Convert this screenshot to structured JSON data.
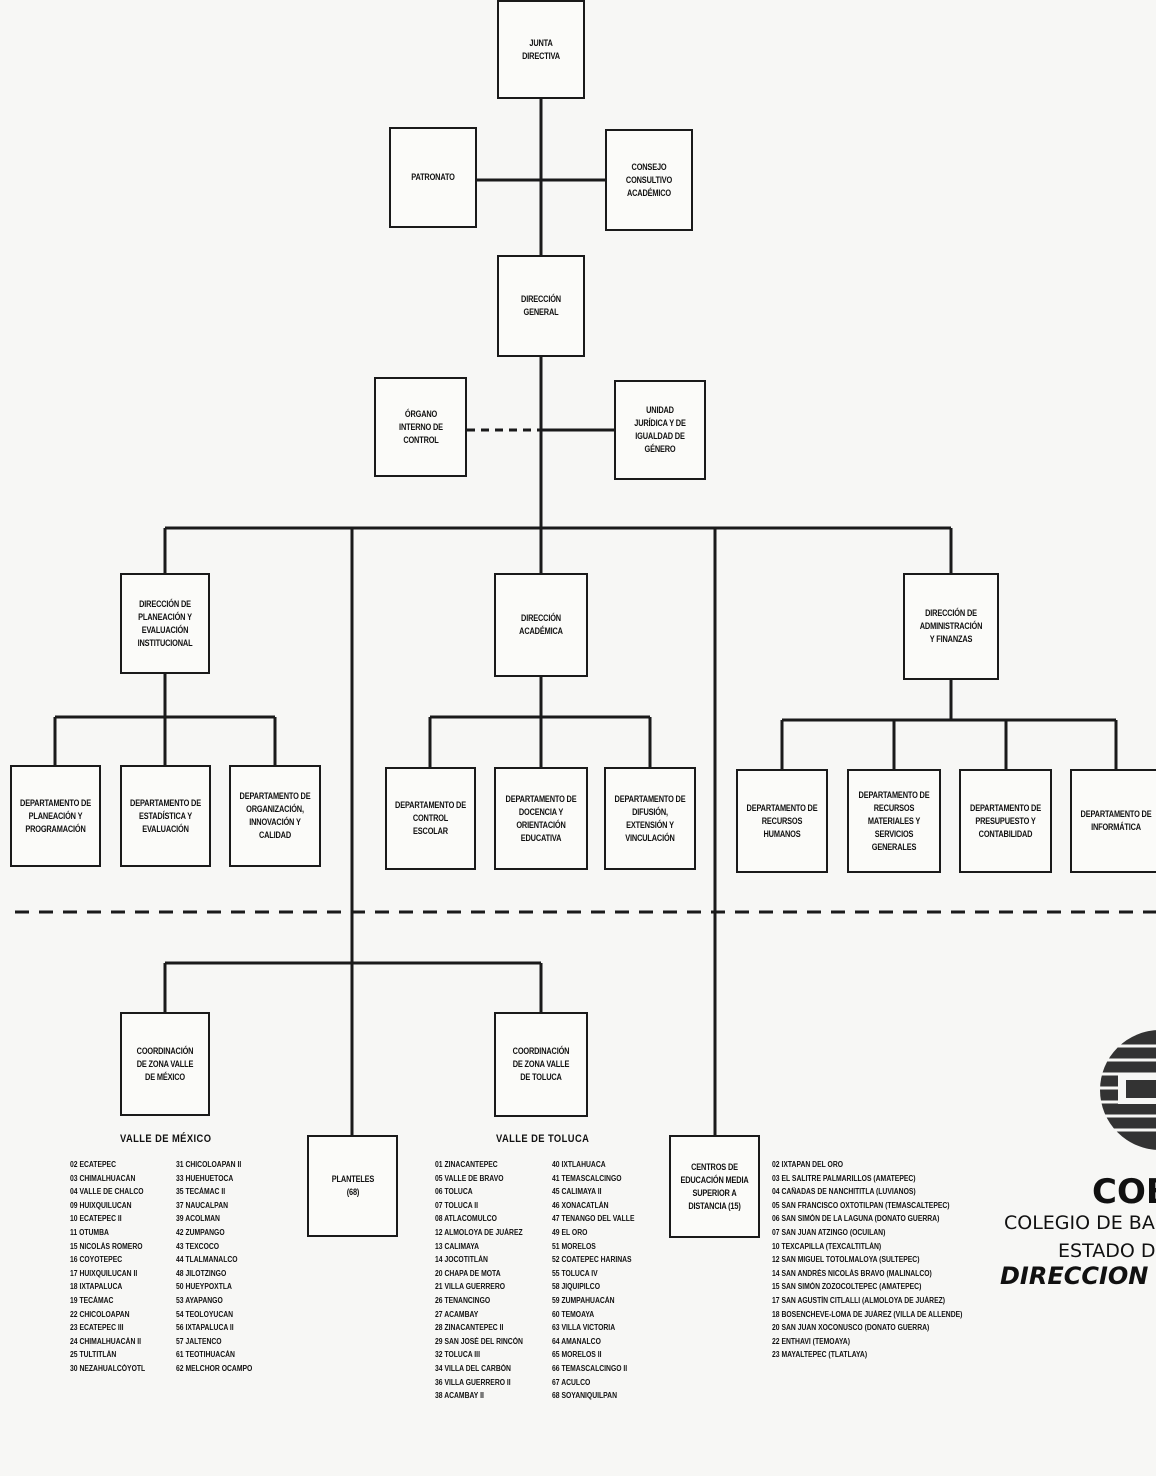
{
  "boxes": {
    "junta": "JUNTA DIRECTIVA",
    "patronato": "PATRONATO",
    "consejo": "CONSEJO CONSULTIVO ACADÉMICO",
    "direccion_general": "DIRECCIÓN GENERAL",
    "organo_interno": "ÓRGANO INTERNO DE CONTROL",
    "unidad_juridica": "UNIDAD JURÍDICA Y DE IGUALDAD DE GÉNERO",
    "dir_planeacion": "DIRECCIÓN DE PLANEACIÓN Y EVALUACIÓN INSTITUCIONAL",
    "dir_academica": "DIRECCIÓN ACADÉMICA",
    "dir_administracion": "DIRECCIÓN DE ADMINISTRACIÓN Y FINANZAS",
    "dep_planeacion": "DEPARTAMENTO DE PLANEACIÓN Y PROGRAMACIÓN",
    "dep_estadistica": "DEPARTAMENTO DE ESTADÍSTICA Y EVALUACIÓN",
    "dep_organizacion": "DEPARTAMENTO DE ORGANIZACIÓN, INNOVACIÓN Y CALIDAD",
    "dep_control": "DEPARTAMENTO DE CONTROL ESCOLAR",
    "dep_docencia": "DEPARTAMENTO DE DOCENCIA Y ORIENTACIÓN EDUCATIVA",
    "dep_difusion": "DEPARTAMENTO DE DIFUSIÓN, EXTENSIÓN Y VINCULACIÓN",
    "dep_rh": "DEPARTAMENTO DE RECURSOS HUMANOS",
    "dep_rm": "DEPARTAMENTO DE RECURSOS MATERIALES Y SERVICIOS GENERALES",
    "dep_presupuesto": "DEPARTAMENTO DE PRESUPUESTO Y CONTABILIDAD",
    "dep_informatica": "DEPARTAMENTO DE INFORMÁTICA",
    "coord_mexico": "COORDINACIÓN DE ZONA VALLE DE MÉXICO",
    "coord_toluca": "COORDINACIÓN DE ZONA VALLE DE TOLUCA",
    "planteles": "PLANTELES (68)",
    "centros": "CENTROS DE EDUCACIÓN MEDIA SUPERIOR A DISTANCIA (15)"
  },
  "lists": {
    "valle_mexico": {
      "heading": "VALLE DE MÉXICO",
      "col1": [
        "02 ECATEPEC",
        "03 CHIMALHUACÁN",
        "04 VALLE DE CHALCO",
        "09 HUIXQUILUCAN",
        "10 ECATEPEC II",
        "11 OTUMBA",
        "15 NICOLÁS ROMERO",
        "16 COYOTEPEC",
        "17 HUIXQUILUCAN II",
        "18 IXTAPALUCA",
        "19 TECÁMAC",
        "22 CHICOLOAPAN",
        "23 ECATEPEC III",
        "24 CHIMALHUACÁN II",
        "25 TULTITLÁN",
        "30 NEZAHUALCÓYOTL"
      ],
      "col2": [
        "31 CHICOLOAPAN II",
        "33 HUEHUETOCA",
        "35 TECÁMAC II",
        "37 NAUCALPAN",
        "39 ACOLMAN",
        "42 ZUMPANGO",
        "43 TEXCOCO",
        "44 TLALMANALCO",
        "48 JILOTZINGO",
        "50 HUEYPOXTLA",
        "53 AYAPANGO",
        "54 TEOLOYUCAN",
        "56 IXTAPALUCA II",
        "57 JALTENCO",
        "61 TEOTIHUACÁN",
        "62 MELCHOR OCAMPO"
      ]
    },
    "valle_toluca": {
      "heading": "VALLE DE TOLUCA",
      "col1": [
        "01 ZINACANTEPEC",
        "05 VALLE DE BRAVO",
        "06 TOLUCA",
        "07 TOLUCA II",
        "08 ATLACOMULCO",
        "12 ALMOLOYA DE JUÁREZ",
        "13 CALIMAYA",
        "14 JOCOTITLÁN",
        "20 CHAPA DE MOTA",
        "21 VILLA GUERRERO",
        "26 TENANCINGO",
        "27 ACAMBAY",
        "28 ZINACANTEPEC II",
        "29 SAN JOSÉ DEL RINCÓN",
        "32 TOLUCA III",
        "34 VILLA DEL CARBÓN",
        "36 VILLA GUERRERO II",
        "38 ACAMBAY II"
      ],
      "col2": [
        "40 IXTLAHUACA",
        "41 TEMASCALCINGO",
        "45 CALIMAYA II",
        "46 XONACATLÁN",
        "47 TENANGO DEL VALLE",
        "49 EL ORO",
        "51 MORELOS",
        "52 COATEPEC HARINAS",
        "55 TOLUCA IV",
        "58 JIQUIPILCO",
        "59 ZUMPAHUACÁN",
        "60 TEMOAYA",
        "63 VILLA VICTORIA",
        "64 AMANALCO",
        "65 MORELOS II",
        "66 TEMASCALCINGO II",
        "67 ACULCO",
        "68 SOYANIQUILPAN"
      ]
    },
    "centros": {
      "items": [
        "02 IXTAPAN DEL ORO",
        "03 EL SALITRE PALMARILLOS (AMATEPEC)",
        "04 CAÑADAS DE NANCHITITLA (LUVIANOS)",
        "05 SAN FRANCISCO OXTOTILPAN (TEMASCALTEPEC)",
        "06 SAN SIMÓN DE LA LAGUNA (DONATO GUERRA)",
        "07 SAN JUAN ATZINGO (OCUILAN)",
        "10 TEXCAPILLA (TEXCALTITLÁN)",
        "12 SAN MIGUEL TOTOLMALOYA (SULTEPEC)",
        "14 SAN ANDRÉS NICOLÁS BRAVO (MALINALCO)",
        "15 SAN SIMÓN ZOZOCOLTEPEC (AMATEPEC)",
        "17 SAN AGUSTÍN CITLALLI (ALMOLOYA DE JUÁREZ)",
        "18 BOSENCHEVE-LOMA DE JUÁREZ (VILLA DE ALLENDE)",
        "20 SAN JUAN XOCONUSCO (DONATO GUERRA)",
        "22 ENTHAVI (TEMOAYA)",
        "23 MAYALTEPEC (TLATLAYA)"
      ]
    }
  },
  "logo": {
    "word": "COB",
    "line1": "COLEGIO DE BA",
    "line2": "ESTADO D",
    "line3": "DIRECCION"
  }
}
